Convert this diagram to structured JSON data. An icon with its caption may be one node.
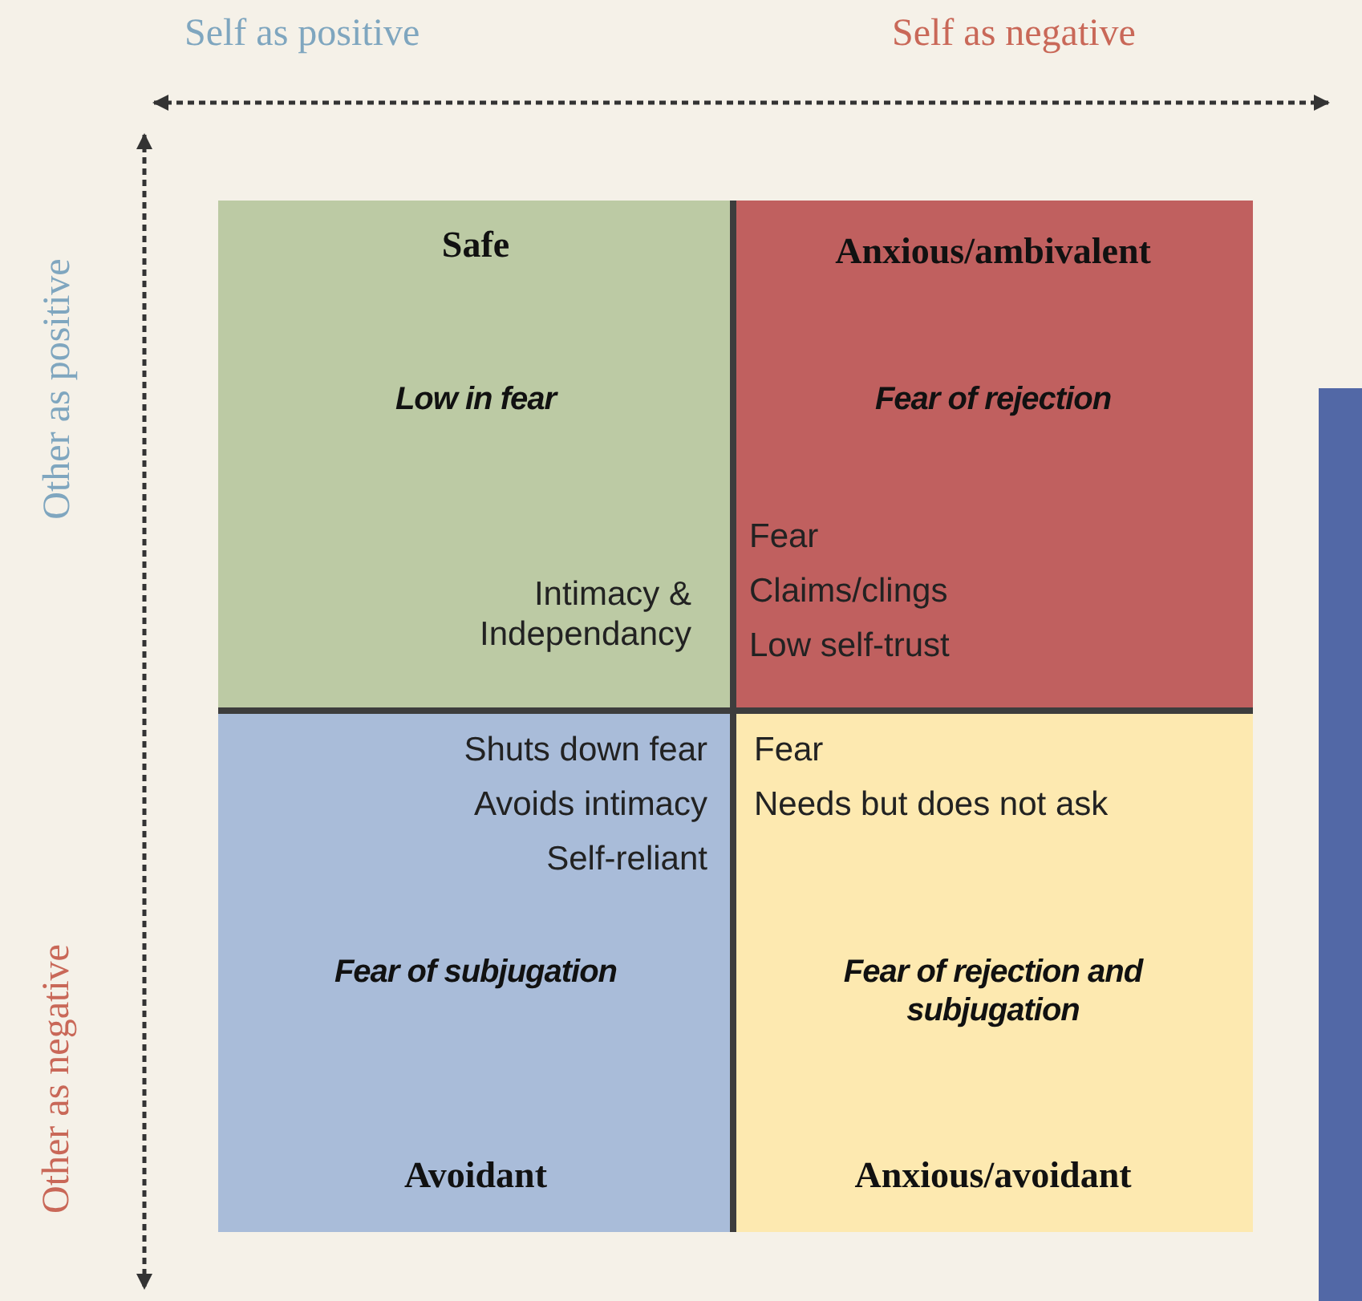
{
  "diagram": {
    "nodes": [
      {
        "text": [
          "Safe",
          "Low in fear",
          "Intimacy & Independancy"
        ]
      },
      {
        "text": [
          "Anxious/ambivalent",
          "Fear of rejection",
          "Fear",
          "Claims/clings",
          "Low self-trust"
        ]
      },
      {
        "text": [
          "Shuts down fear",
          "Avoids intimacy",
          "Self-reliant",
          "Fear of subjugation",
          "Avoidant"
        ]
      },
      {
        "text": [
          "Fear",
          "Needs but does not ask",
          "Fear of rejection and subjugation",
          "Anxious/avoidant"
        ]
      }
    ],
    "edges": [],
    "labels": [
      "Self as positive",
      "Self as negative",
      "Other as positive",
      "Other as negative"
    ]
  }
}
